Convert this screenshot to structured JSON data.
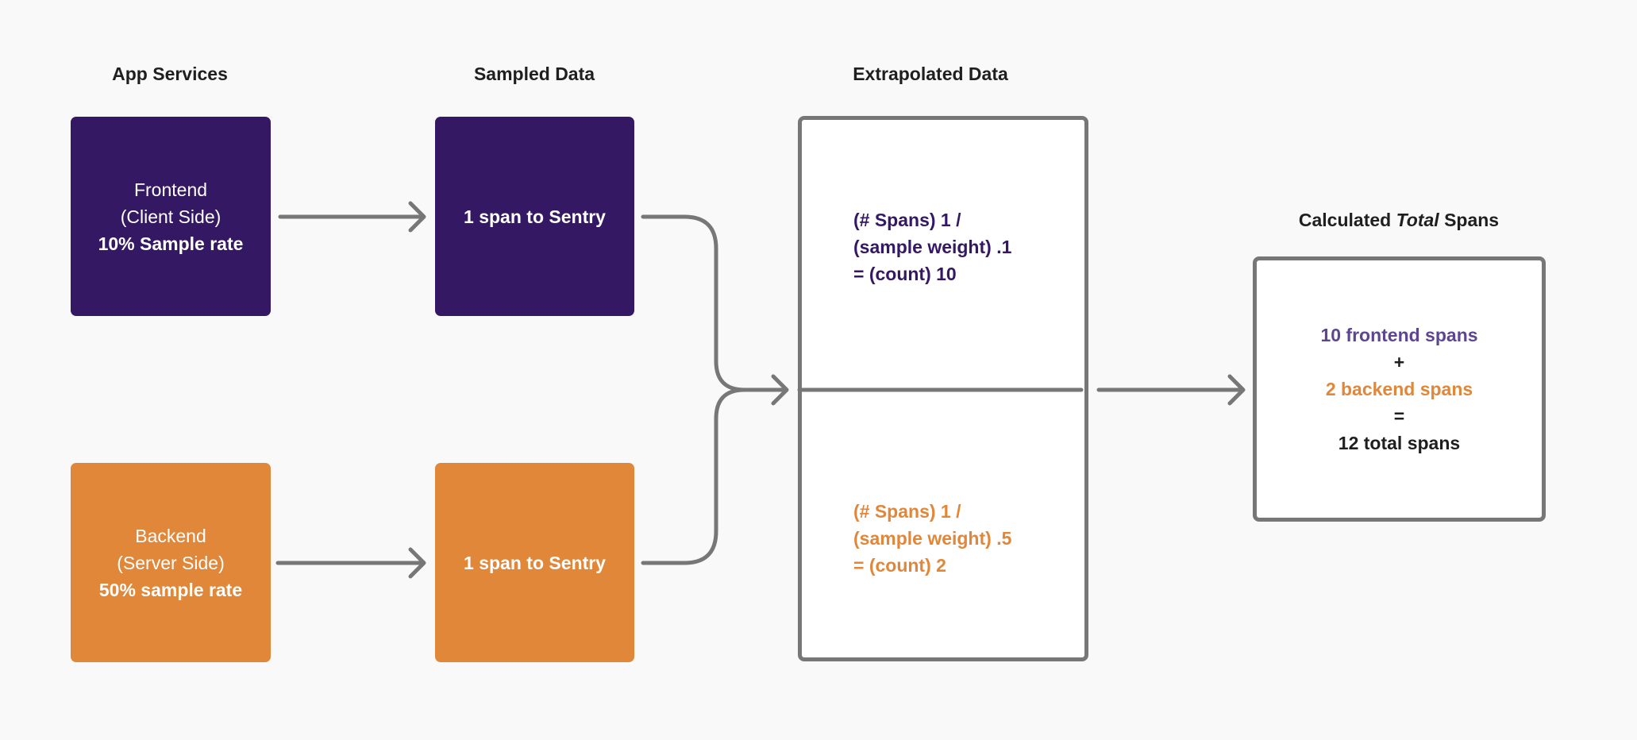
{
  "headings": {
    "app_services": "App Services",
    "sampled_data": "Sampled Data",
    "extrapolated_data": "Extrapolated Data",
    "calculated_prefix": "Calculated",
    "calculated_italic": "Total",
    "calculated_suffix": "Spans"
  },
  "frontend": {
    "name": "Frontend",
    "side": "(Client Side)",
    "rate": "10% Sample rate",
    "sampled": "1 span to Sentry",
    "formula_line1": "(# Spans) 1 /",
    "formula_line2": "(sample weight) .1",
    "formula_line3": "=  (count) 10"
  },
  "backend": {
    "name": "Backend",
    "side": "(Server Side)",
    "rate": "50% sample rate",
    "sampled": "1 span to Sentry",
    "formula_line1": "(# Spans) 1 /",
    "formula_line2": "(sample weight) .5",
    "formula_line3": "=  (count) 2"
  },
  "total": {
    "frontend_spans": "10 frontend spans",
    "plus": "+",
    "backend_spans": "2 backend spans",
    "equals": "=",
    "total_spans": "12 total spans"
  },
  "colors": {
    "frontend": "#341864",
    "frontend_text": "#5e4591",
    "backend": "#e0873a",
    "connector": "#777777"
  }
}
